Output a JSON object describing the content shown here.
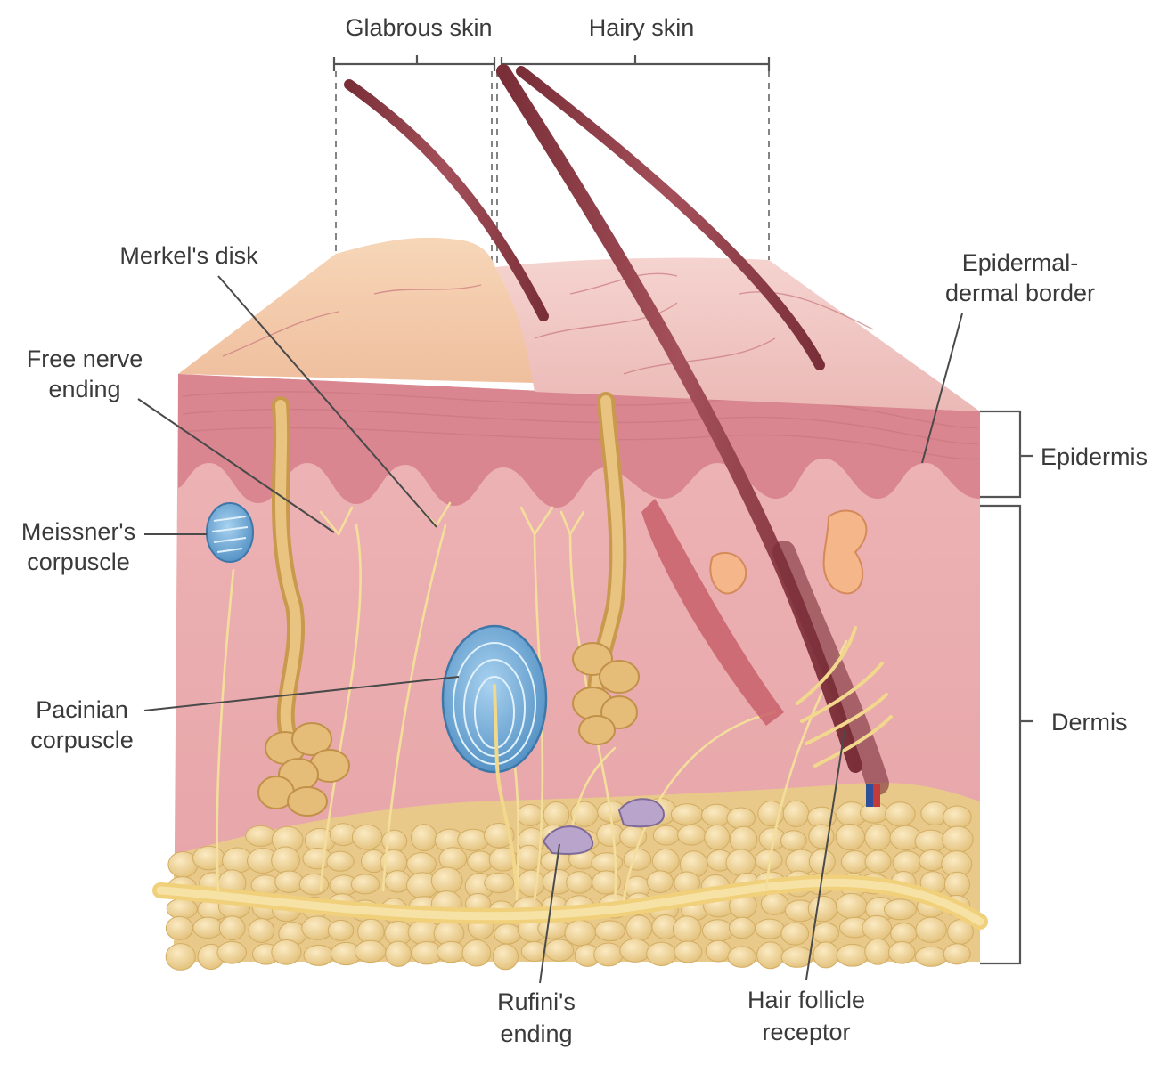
{
  "columns": {
    "glabrous": "Glabrous skin",
    "hairy": "Hairy skin"
  },
  "labels": {
    "merkel": "Merkel's disk",
    "free_nerve_1": "Free nerve",
    "free_nerve_2": "ending",
    "meissner_1": "Meissner's",
    "meissner_2": "corpuscle",
    "pacinian_1": "Pacinian",
    "pacinian_2": "corpuscle",
    "ruffini_1": "Rufini's",
    "ruffini_2": "ending",
    "hair_follicle_1": "Hair follicle",
    "hair_follicle_2": "receptor",
    "epidermal_border_1": "Epidermal-",
    "epidermal_border_2": "dermal border",
    "epidermis": "Epidermis",
    "dermis": "Dermis"
  },
  "colors": {
    "surface_glabrous": "#f6cfb0",
    "surface_hairy": "#f1c9c6",
    "epidermis": "#d9808a",
    "dermis": "#ecb2b4",
    "fat": "#f2d79a",
    "hair": "#8e3b45",
    "nerve": "#f2d88c",
    "corpuscle_blue": "#6fa8d6",
    "gland": "#e7b56e"
  }
}
